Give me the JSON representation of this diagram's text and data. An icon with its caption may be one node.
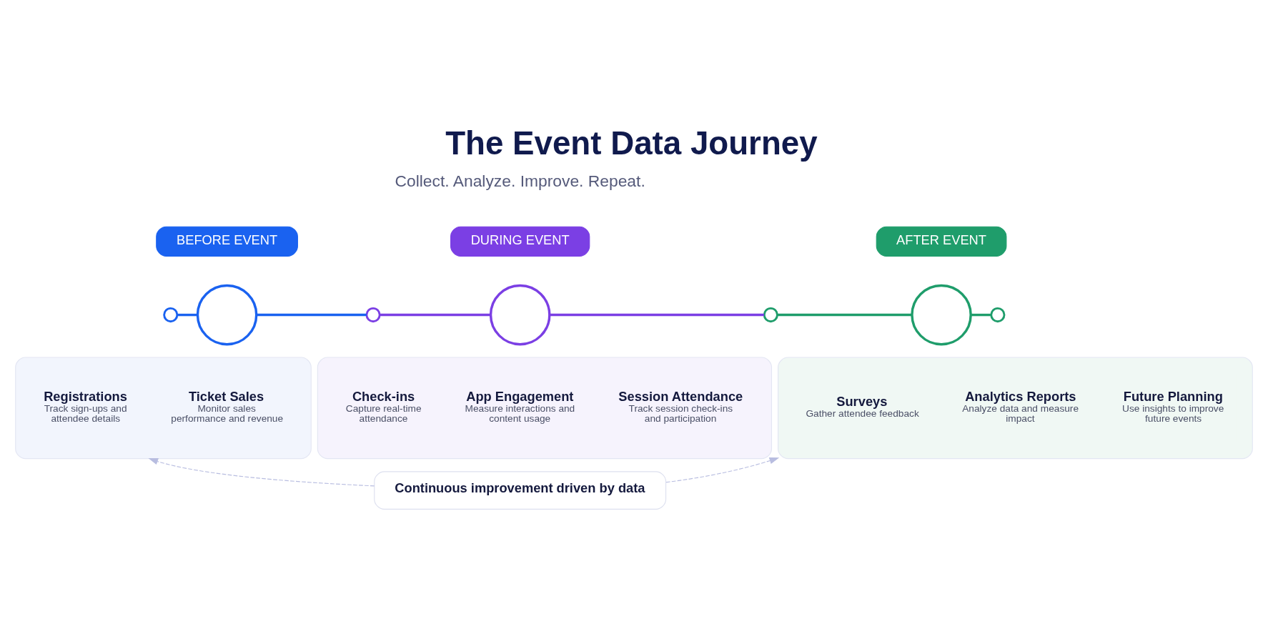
{
  "diagram": {
    "title": "The Event Data Journey",
    "nodes": [
      {
        "text": [
          "BEFORE EVENT"
        ]
      },
      {
        "text": [
          "DURING EVENT"
        ]
      },
      {
        "text": [
          "AFTER EVENT"
        ]
      },
      {
        "text": [],
        "shape": "circle"
      },
      {
        "text": [],
        "shape": "circle"
      },
      {
        "text": [],
        "shape": "circle"
      },
      {
        "text": [],
        "shape": "circle"
      },
      {
        "text": [],
        "shape": "circle"
      },
      {
        "text": [],
        "shape": "circle"
      },
      {
        "text": [],
        "shape": "circle"
      },
      {
        "text": [],
        "shape": "box"
      },
      {
        "text": [
          "Registrations",
          "Track sign-ups and attendee details"
        ],
        "in": 10
      },
      {
        "text": [
          "Ticket Sales",
          "Monitor sales performance and revenue"
        ],
        "in": 10
      },
      {
        "text": [],
        "shape": "box"
      },
      {
        "text": [
          "Check-ins",
          "Capture real-time attendance"
        ],
        "in": 13
      },
      {
        "text": [
          "App Engagement",
          "Measure interactions and content usage"
        ],
        "in": 13
      },
      {
        "text": [
          "Session Attendance",
          "Track session check-ins and participation"
        ],
        "in": 13
      },
      {
        "text": [],
        "shape": "box"
      },
      {
        "text": [
          "Surveys",
          "Gather attendee feedback"
        ],
        "in": 17
      },
      {
        "text": [
          "Analytics Reports",
          "Analyze data and measure impact"
        ],
        "in": 17
      },
      {
        "text": [
          "Future Planning",
          "Use insights to improve future events"
        ],
        "in": 17
      },
      {
        "text": [
          "Continuous improvement driven by data"
        ]
      }
    ],
    "edges": [
      {
        "from": 3,
        "to": 4,
        "arrow": "none",
        "color": "#1a62f0"
      },
      {
        "from": 4,
        "to": 5,
        "arrow": "none",
        "color": "#1a62f0"
      },
      {
        "from": 5,
        "to": 6,
        "arrow": "none",
        "color": "#7b3fe4"
      },
      {
        "from": 6,
        "to": 7,
        "arrow": "none",
        "color": "#7b3fe4"
      },
      {
        "from": 7,
        "to": 8,
        "arrow": "none",
        "color": "#1f9d6b"
      },
      {
        "from": 8,
        "to": 9,
        "arrow": "none",
        "color": "#1f9d6b"
      },
      {
        "from": 21,
        "to": 10,
        "arrow": "to",
        "style": "dashed",
        "color": "#b8bde0"
      },
      {
        "from": 21,
        "to": 17,
        "arrow": "to",
        "style": "dashed",
        "color": "#b8bde0"
      }
    ],
    "labels": [
      "Collect. Analyze. Improve. Repeat."
    ]
  }
}
